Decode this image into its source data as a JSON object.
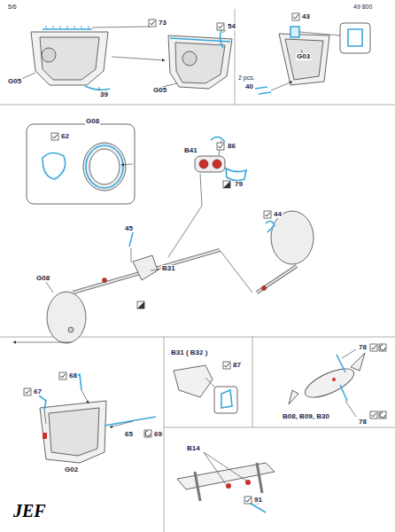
{
  "diagram": {
    "labels": [
      "5/6",
      "49 800",
      "73",
      "54",
      "G05",
      "39",
      "G05",
      "43",
      "G03",
      "2 pcs.",
      "40",
      "G08",
      "62",
      "86",
      "79",
      "B41",
      "45",
      "44",
      "B31",
      "G08",
      "68",
      "67",
      "65",
      "69",
      "G02",
      "B31 ( B32 )",
      "87",
      "78",
      "78",
      "B08, B09, B30",
      "B14",
      "91",
      "JEF"
    ]
  }
}
